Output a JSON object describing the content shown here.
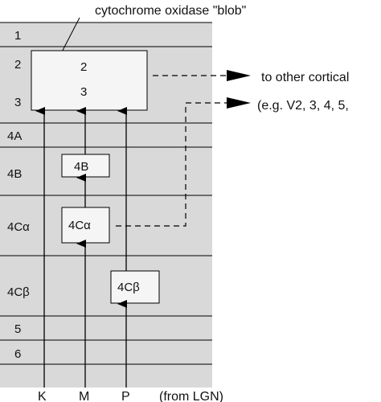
{
  "title_annotation": "cytochrome oxidase \"blob\"",
  "layers": [
    "1",
    "2",
    "3",
    "4A",
    "4B",
    "4Cα",
    "4Cβ",
    "5",
    "6"
  ],
  "boxes": {
    "blob_line1": "2",
    "blob_line2": "3",
    "b4b": "4B",
    "b4ca": "4Cα",
    "b4cb": "4Cβ"
  },
  "output_text_line1": "to other cortical",
  "output_text_line2": "(e.g. V2, 3, 4, 5,",
  "inputs": [
    "K",
    "M",
    "P"
  ],
  "inputs_source": "(from LGN)",
  "colors": {
    "panel_fill": "#d9d9d9",
    "box_fill": "#f5f5f5",
    "stroke": "#000000"
  }
}
